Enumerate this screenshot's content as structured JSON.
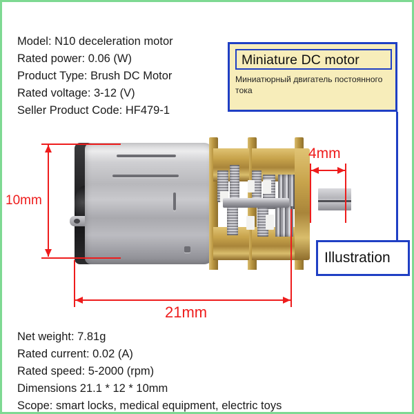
{
  "frame": {
    "border_color": "#7ed992"
  },
  "specs_top": [
    "Model: N10 deceleration motor",
    "Rated power: 0.06 (W)",
    "Product Type: Brush DC Motor",
    "Rated voltage: 3-12 (V)",
    "Seller Product Code: HF479-1"
  ],
  "specs_bottom": [
    "Net weight: 7.81g",
    "Rated current: 0.02 (A)",
    "Rated speed: 5-2000 (rpm)",
    "Dimensions 21.1 * 12 * 10mm",
    "Scope: smart locks, medical equipment, electric toys"
  ],
  "callout": {
    "title": "Miniature DC motor",
    "subtitle": "Миниатюрный двигатель постоянного тока",
    "background_color": "#f7edba",
    "border_color": "#1f3fc4"
  },
  "illustration": {
    "label": "Illustration",
    "border_color": "#1f3fc4"
  },
  "dimensions": {
    "height_label": "10mm",
    "length_label": "21mm",
    "shaft_label": "4mm",
    "annotation_color": "#ee1c1c"
  },
  "product": {
    "motor_body": "silver-steel-cylinder",
    "end_cap": "black-plastic-end-cap",
    "gearbox": "brass-gear-reduction-housing",
    "output_shaft": "d-shaped-steel-shaft"
  }
}
